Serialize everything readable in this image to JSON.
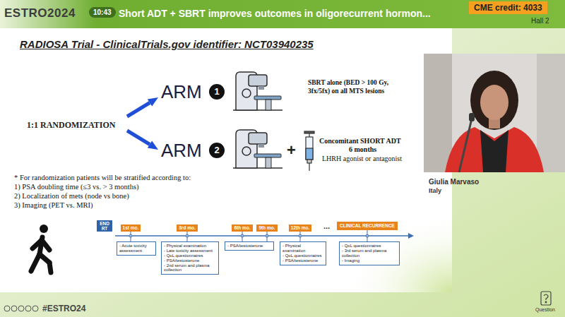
{
  "diagram": {
    "title": "RADIOSA Trial - ClinicalTrials.gov identifier: NCT03940235",
    "nodes": [
      {
        "text": [
          "10:43"
        ]
      },
      {
        "text": [
          "CME credit: 4033"
        ]
      },
      {
        "text": [
          "1"
        ]
      },
      {
        "text": [
          "2"
        ]
      },
      {
        "text": [
          "END RT"
        ]
      },
      {
        "text": [
          "1st mo."
        ]
      },
      {
        "text": [
          "3rd mo."
        ]
      },
      {
        "text": [
          "6th mo."
        ]
      },
      {
        "text": [
          "9th mo."
        ]
      },
      {
        "text": [
          "12th mo."
        ]
      },
      {
        "text": [
          "CLINICAL RECURRENCE"
        ]
      },
      {
        "text": [
          "- Acute toxicity assessment"
        ]
      },
      {
        "text": [
          "- Physical examination",
          "- Late toxicity assessment",
          "- QoL questionnaires",
          "- PSA/testosterone",
          "- 2nd serum and plasma collection"
        ]
      },
      {
        "text": [
          "- PSA/testosterone"
        ]
      },
      {
        "text": [
          "- Physical examination",
          "- QoL questionnaires",
          "- PSA/testosterone"
        ]
      },
      {
        "text": [
          "- QoL questionnaires",
          "- 3rd serum and plasma collection",
          "- Imaging"
        ]
      }
    ],
    "edges": [
      {
        "from": 5,
        "to": 11,
        "arrow": "none"
      },
      {
        "from": 6,
        "to": 12,
        "arrow": "none"
      },
      {
        "from": 7,
        "to": 13,
        "arrow": "none"
      },
      {
        "from": 8,
        "to": 13,
        "arrow": "none"
      },
      {
        "from": 9,
        "to": 14,
        "arrow": "none"
      },
      {
        "from": 10,
        "to": 15,
        "arrow": "none"
      }
    ],
    "labels": [
      "ESTRO2024",
      "Short ADT + SBRT improves outcomes in oligorecurrent hormon...",
      "Hall 2",
      "1:1 RANDOMIZATION",
      "ARM",
      "ARM",
      "SBRT alone (BED > 100 Gy, 3fx/5fx) on all MTS lesions",
      "+",
      "Concomitant SHORT ADT",
      "6 months",
      "LHRH agonist or antagonist",
      "* For randomization patients will be stratified according to:",
      "1) PSA doubling time (≤3 vs. > 3 months)",
      "2) Localization of mets (node vs bone)",
      "3) Imaging (PET vs. MRI)",
      "...",
      "Giulia Marvaso",
      "Italy",
      "#ESTRO24",
      "Question"
    ]
  }
}
